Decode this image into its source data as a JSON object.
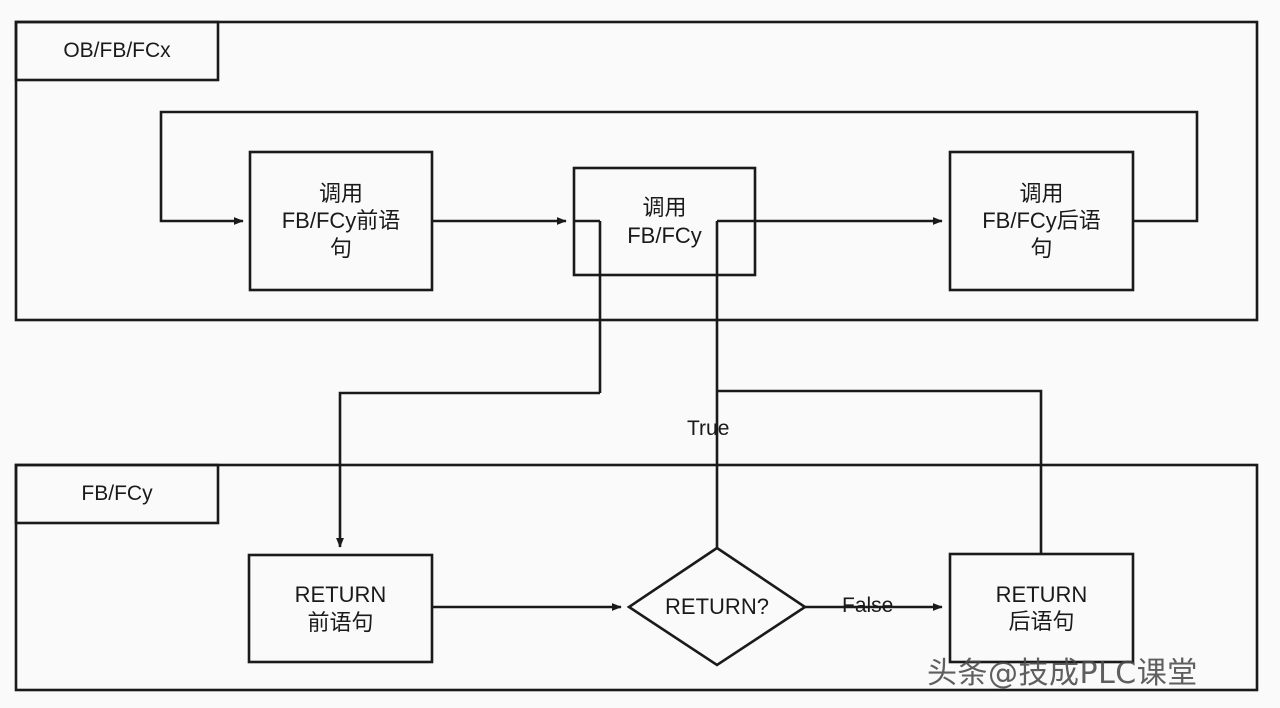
{
  "diagram": {
    "title_hidden": "",
    "background_color": "#fafafa",
    "line_color": "#1a1a1a",
    "containers": [
      {
        "id": "ob-fb-fcx",
        "label": "OB/FB/FCx"
      },
      {
        "id": "fb-fcy",
        "label": "FB/FCy"
      }
    ],
    "nodes": {
      "call_before": {
        "line1": "调用",
        "line2": "FB/FCy前语",
        "line3": "句"
      },
      "call": {
        "line1": "调用",
        "line2": "FB/FCy"
      },
      "call_after": {
        "line1": "调用",
        "line2": "FB/FCy后语",
        "line3": "句"
      },
      "return_before": {
        "line1": "RETURN",
        "line2": "前语句"
      },
      "decision": {
        "line1": "RETURN?"
      },
      "return_after": {
        "line1": "RETURN",
        "line2": "后语句"
      }
    },
    "edge_labels": {
      "true": "True",
      "false": "False"
    },
    "watermark": "头条@技成PLC课堂"
  }
}
